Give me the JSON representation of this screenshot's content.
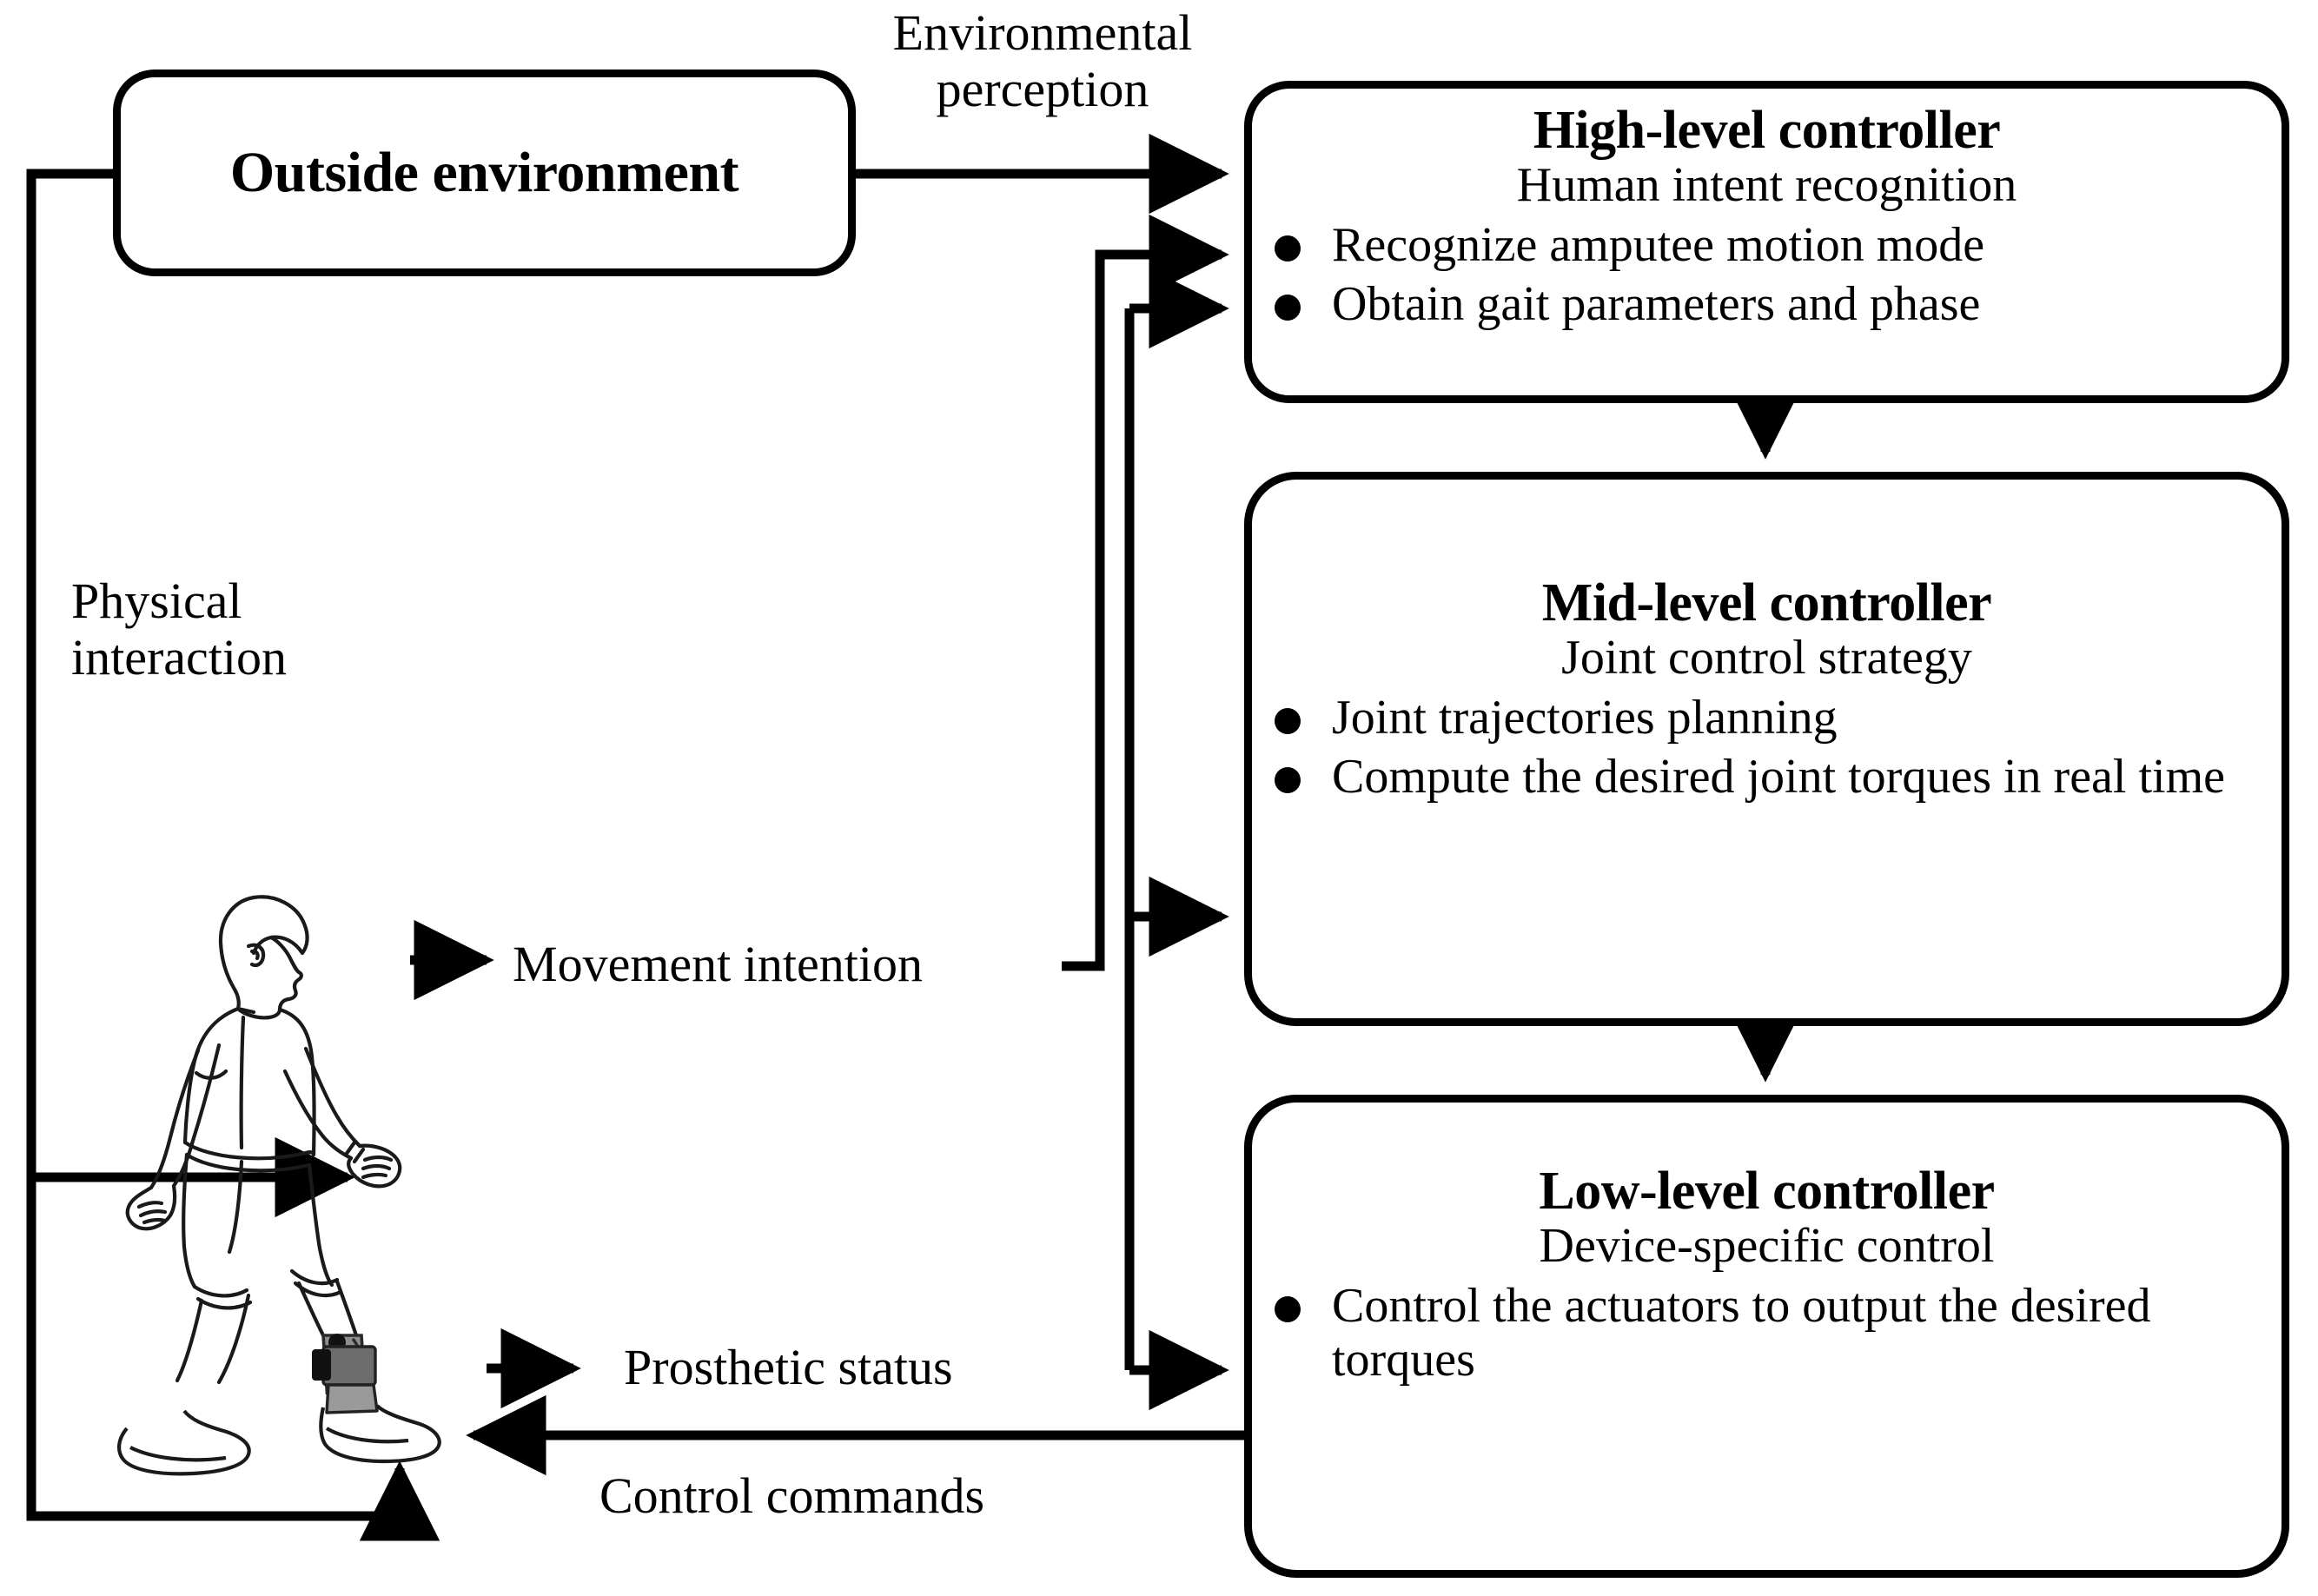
{
  "diagram": {
    "title_semantic": "hierarchical-prosthesis-control-architecture",
    "stroke_color": "#000000",
    "background_color": "#ffffff"
  },
  "nodes": {
    "outside_environment": {
      "title": "Outside\nenvironment"
    },
    "high_level": {
      "title": "High-level controller",
      "subtitle": "Human intent recognition",
      "bullets": [
        "Recognize amputee motion mode",
        "Obtain gait parameters and phase"
      ]
    },
    "mid_level": {
      "title": "Mid-level controller",
      "subtitle": "Joint control strategy",
      "bullets": [
        "Joint trajectories planning",
        "Compute the desired joint torques in real time"
      ]
    },
    "low_level": {
      "title": "Low-level controller",
      "subtitle": "Device-specific control",
      "bullets": [
        "Control the actuators to output the desired torques"
      ]
    }
  },
  "edge_labels": {
    "environmental_perception": "Environmental\nperception",
    "physical_interaction": "Physical\ninteraction",
    "movement_intention": "Movement intention",
    "prosthetic_status": "Prosthetic status",
    "control_commands": "Control commands"
  },
  "figure": {
    "walking_amputee": "walking-person-with-lower-limb-prosthesis"
  },
  "chart_data": {
    "type": "diagram",
    "title": "Hierarchical control architecture of a lower-limb prosthesis",
    "nodes": [
      {
        "id": "outside",
        "label": "Outside environment"
      },
      {
        "id": "human",
        "label": "Walking amputee with prosthesis"
      },
      {
        "id": "high",
        "label": "High-level controller"
      },
      {
        "id": "mid",
        "label": "Mid-level controller"
      },
      {
        "id": "low",
        "label": "Low-level controller"
      }
    ],
    "edges": [
      {
        "from": "outside",
        "to": "high",
        "label": "Environmental perception"
      },
      {
        "from": "outside",
        "to": "human",
        "label": "Physical interaction"
      },
      {
        "from": "human",
        "to": "high",
        "label": "Movement intention"
      },
      {
        "from": "human",
        "to": "mid",
        "label": "Movement intention"
      },
      {
        "from": "human",
        "to": "high",
        "label": "Prosthetic status"
      },
      {
        "from": "human",
        "to": "mid",
        "label": "Prosthetic status"
      },
      {
        "from": "human",
        "to": "low",
        "label": "Prosthetic status"
      },
      {
        "from": "high",
        "to": "mid",
        "label": ""
      },
      {
        "from": "mid",
        "to": "low",
        "label": ""
      },
      {
        "from": "low",
        "to": "human",
        "label": "Control commands"
      },
      {
        "from": "human",
        "to": "outside",
        "label": "Physical interaction"
      }
    ]
  }
}
